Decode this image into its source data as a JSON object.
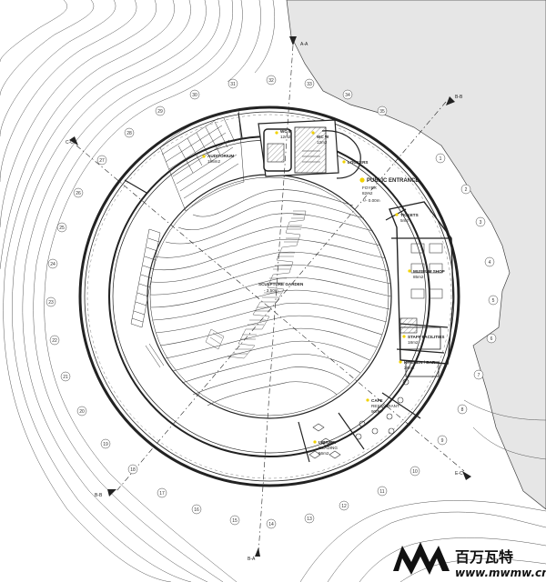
{
  "rooms": {
    "auditorium": {
      "name": "AUDITORIUM",
      "area": "196m2"
    },
    "wc_m": {
      "name": "WC M",
      "area": "12m2"
    },
    "wc_w": {
      "name": "WC W",
      "area": "12m2"
    },
    "lockers": {
      "name": "LOCKERS"
    },
    "public_entrance": {
      "name": "PUBLIC ENTRANCE"
    },
    "foyer": {
      "name": "FOYER",
      "area": "82m2"
    },
    "foyer_level": "+/- 0.00m",
    "tickets": {
      "name": "TICKETS",
      "area": "5m2"
    },
    "museum_shop": {
      "name": "MUSEUM SHOP",
      "area": "85m2"
    },
    "staff": {
      "name": "STAFF FACILITIES",
      "area": "18m2"
    },
    "kitchen": {
      "name": "KITCHEN / BAR",
      "area": "28m2"
    },
    "cafe": {
      "name": "CAFE",
      "sub": "RESTAURANT",
      "area": "90m2"
    },
    "library": {
      "name": "LIBRARY",
      "sub": "READING",
      "area": "56m2"
    },
    "garden": {
      "name": "SCULPTURE GARDEN",
      "level": "- 3.50m"
    }
  },
  "sections": {
    "aa_top": "A-A",
    "aa_bottom": "B-A",
    "bb_top": "B-B",
    "bb_bottom": "B-B",
    "cc_left": "C-C",
    "cc_right": "E-C"
  },
  "grid_labels": [
    "1",
    "2",
    "3",
    "4",
    "5",
    "6",
    "7",
    "8",
    "9",
    "10",
    "11",
    "12",
    "13",
    "14",
    "15",
    "16",
    "17",
    "18",
    "19",
    "20",
    "21",
    "22",
    "23",
    "24",
    "25",
    "26",
    "27",
    "28",
    "29",
    "30",
    "31",
    "32",
    "33",
    "34",
    "35"
  ],
  "watermark": {
    "brand": "百万瓦特",
    "url": "www.mwmw.cn"
  },
  "colors": {
    "highlight": "#f2d200",
    "line": "#222222",
    "rock": "#e6e6e6"
  }
}
